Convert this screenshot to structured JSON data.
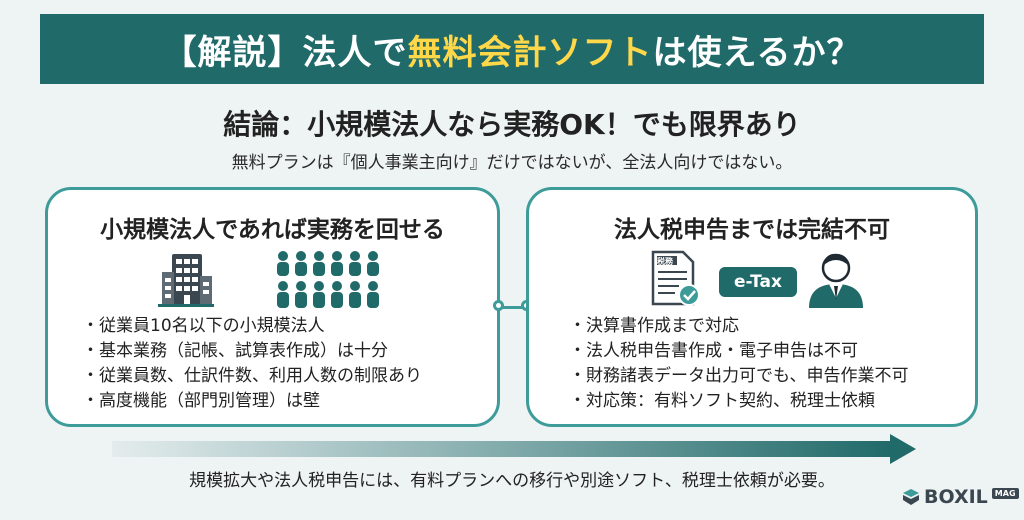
{
  "title": {
    "part1": "【解説】法人で",
    "highlight": "無料会計ソフト",
    "part2": "は使えるか？"
  },
  "conclusion": "結論：小規模法人なら実務OK！でも限界あり",
  "subnote": "無料プランは『個人事業主向け』だけではないが、全法人向けではない。",
  "left_card": {
    "title": "小規模法人であれば実務を回せる",
    "icons": [
      "office-building-icon",
      "people-group-icon"
    ],
    "bullets": [
      "従業員10名以下の小規模法人",
      "基本業務（記帳、試算表作成）は十分",
      "従業員数、仕訳件数、利用人数の制限あり",
      "高度機能（部門別管理）は壁"
    ]
  },
  "right_card": {
    "title": "法人税申告までは完結不可",
    "icons": [
      "tax-document-icon",
      "businessman-icon"
    ],
    "doc_label": "税務",
    "etax_label": "e-Tax",
    "bullets": [
      "決算書作成まで対応",
      "法人税申告書作成・電子申告は不可",
      "財務諸表データ出力可でも、申告作業不可",
      "対応策：有料ソフト契約、税理士依頼"
    ]
  },
  "footer": "規模拡大や法人税申告には、有料プランへの移行や別途ソフト、税理士依頼が必要。",
  "brand": {
    "name": "BOXIL",
    "badge": "MAG"
  },
  "colors": {
    "teal": "#216a6a",
    "accent": "#3d9c99",
    "highlight": "#ffd84a",
    "background": "#eef3f4"
  }
}
